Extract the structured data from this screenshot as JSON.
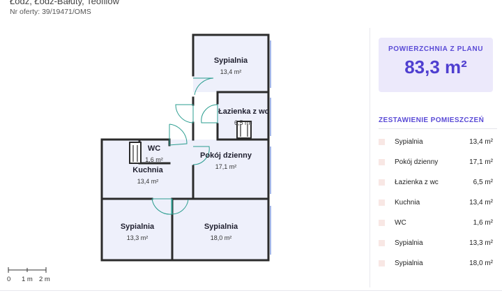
{
  "header": {
    "location": "Łódź, Łódź-Bałuty, Teofilów",
    "offer_number": "Nr oferty: 39/19471/OMS"
  },
  "plan": {
    "rooms": [
      {
        "name": "Sypialnia",
        "area": "13,4 m²"
      },
      {
        "name": "Łazienka z wc",
        "area": "6,5 m²"
      },
      {
        "name": "WC",
        "area": "1,6 m²"
      },
      {
        "name": "Pokój dzienny",
        "area": "17,1 m²"
      },
      {
        "name": "Kuchnia",
        "area": "13,4 m²"
      },
      {
        "name": "Sypialnia",
        "area": "13,3 m²"
      },
      {
        "name": "Sypialnia",
        "area": "18,0 m²"
      }
    ],
    "scale": {
      "ticks": [
        "0",
        "1 m",
        "2 m"
      ]
    }
  },
  "summary": {
    "area_label": "POWIERZCHNIA Z PLANU",
    "area_value": "83,3 m²",
    "list_title": "ZESTAWIENIE POMIESZCZEŃ",
    "items": [
      {
        "name": "Sypialnia",
        "area": "13,4 m²"
      },
      {
        "name": "Pokój dzienny",
        "area": "17,1 m²"
      },
      {
        "name": "Łazienka z wc",
        "area": "6,5 m²"
      },
      {
        "name": "Kuchnia",
        "area": "13,4 m²"
      },
      {
        "name": "WC",
        "area": "1,6 m²"
      },
      {
        "name": "Sypialnia",
        "area": "13,3 m²"
      },
      {
        "name": "Sypialnia",
        "area": "18,0 m²"
      }
    ]
  },
  "colors": {
    "accent": "#5a4bd6",
    "room_fill": "#eef0fb",
    "wall": "#2b2b2b",
    "legend_square": "#f8e7e4"
  }
}
